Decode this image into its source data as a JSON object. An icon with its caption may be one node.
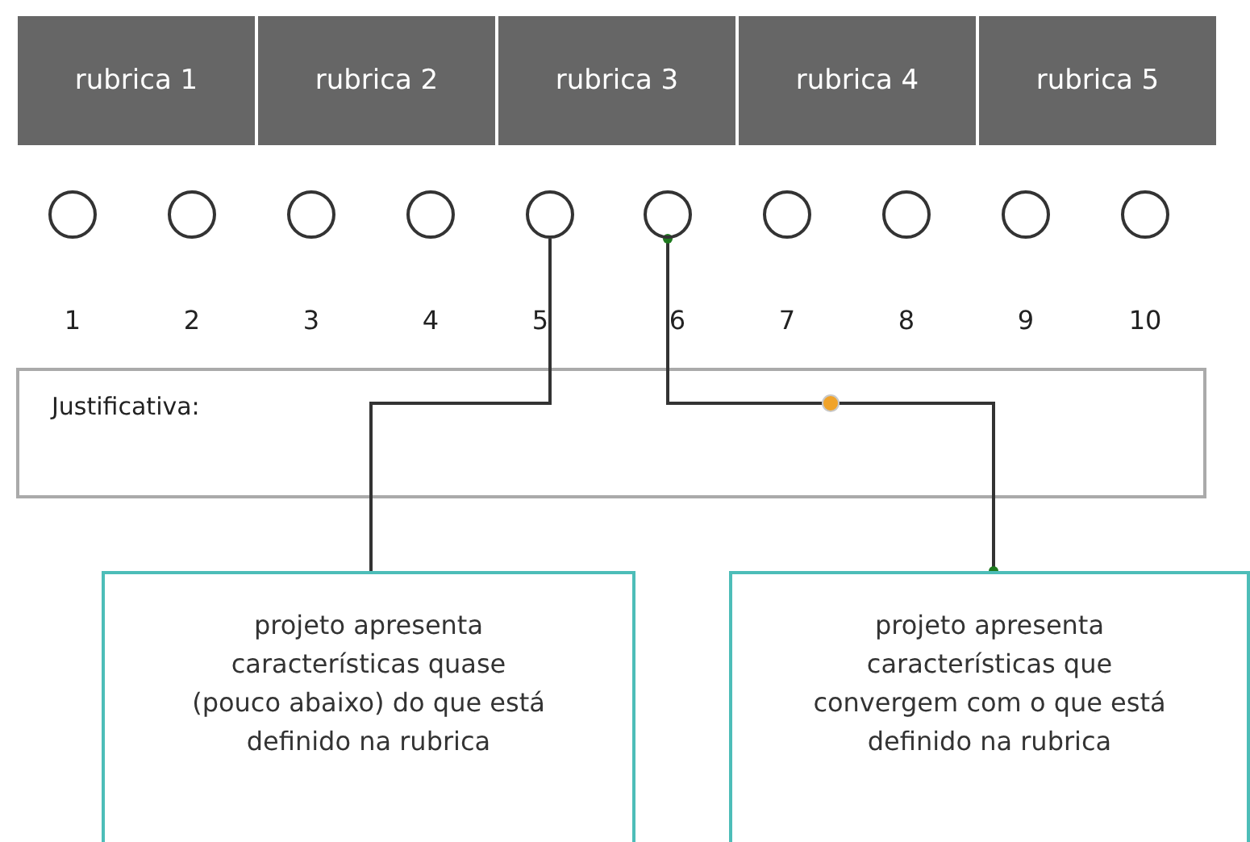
{
  "diagram": {
    "nodes": [
      {
        "text": [
          "rubrica 1"
        ]
      },
      {
        "text": [
          "rubrica 2"
        ]
      },
      {
        "text": [
          "rubrica 3"
        ]
      },
      {
        "text": [
          "rubrica 4"
        ]
      },
      {
        "text": [
          "rubrica 5"
        ]
      },
      {
        "text": [],
        "shape": "circle"
      },
      {
        "text": [],
        "shape": "circle"
      },
      {
        "text": [],
        "shape": "circle"
      },
      {
        "text": [],
        "shape": "circle"
      },
      {
        "text": [],
        "shape": "circle"
      },
      {
        "text": [],
        "shape": "circle"
      },
      {
        "text": [],
        "shape": "circle"
      },
      {
        "text": [],
        "shape": "circle"
      },
      {
        "text": [],
        "shape": "circle"
      },
      {
        "text": [],
        "shape": "circle"
      },
      {
        "text": [
          "projeto apresenta características quase (pouco abaixo) do que está definido na rubrica"
        ]
      },
      {
        "text": [
          "projeto apresenta características que convergem com o que está definido na rubrica"
        ]
      }
    ],
    "edges": [
      {
        "from": 9,
        "to": 15,
        "arrow": "none"
      },
      {
        "from": 10,
        "to": 16,
        "arrow": "other"
      }
    ],
    "labels": [
      "1",
      "2",
      "3",
      "4",
      "5",
      "6",
      "7",
      "8",
      "9",
      "10",
      "Justificativa:"
    ]
  }
}
